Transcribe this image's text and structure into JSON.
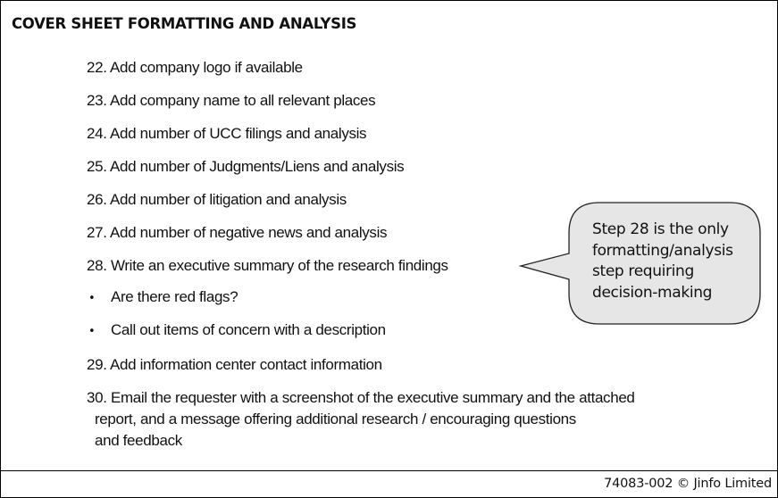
{
  "title": "COVER SHEET FORMATTING AND ANALYSIS",
  "steps": [
    "22. Add company logo if available",
    "23. Add company name to all relevant places",
    "24. Add number of UCC filings and analysis",
    "25. Add number of Judgments/Liens and analysis",
    "26. Add number of litigation and analysis",
    "27. Add number of negative news and analysis",
    "28. Write an executive summary of the research findings",
    "29. Add information center contact information"
  ],
  "sub_items": [
    "Are there red flags?",
    "Call out items of concern with a description"
  ],
  "bullet": "•",
  "step30": [
    "30. Email the requester with a screenshot of the executive summary and the attached",
    "report, and a message offering additional research / encouraging questions",
    "and feedback"
  ],
  "callout": [
    "Step 28 is the only",
    "formatting/analysis",
    "step requiring",
    "decision-making"
  ],
  "footer": "74083-002 © Jinfo Limited",
  "colors": {
    "callout_fill": "#e6e6e6"
  }
}
